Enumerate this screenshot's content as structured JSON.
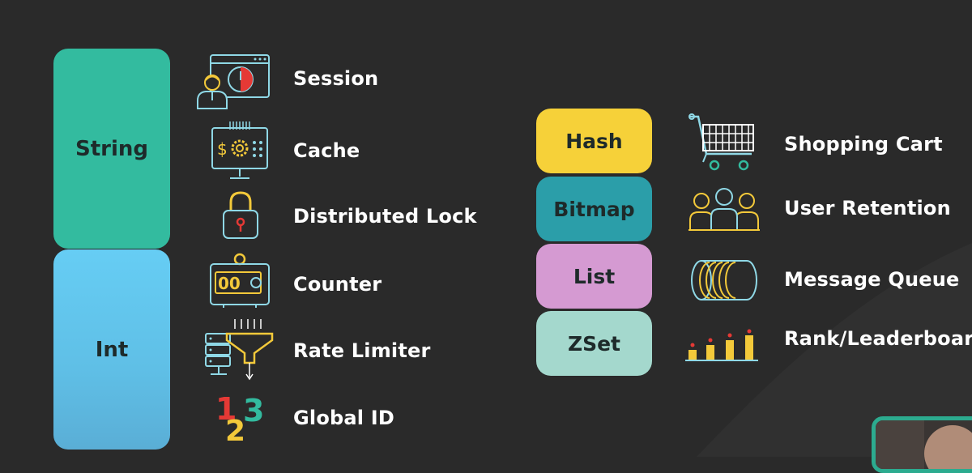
{
  "types": {
    "string": "String",
    "int": "Int",
    "hash": "Hash",
    "bitmap": "Bitmap",
    "list": "List",
    "zset": "ZSet"
  },
  "use_cases": {
    "session": "Session",
    "cache": "Cache",
    "distributed_lock": "Distributed Lock",
    "counter": "Counter",
    "rate_limiter": "Rate Limiter",
    "global_id": "Global ID",
    "shopping_cart": "Shopping Cart",
    "user_retention": "User Retention",
    "message_queue": "Message Queue",
    "leaderboard": "Rank/Leaderboard"
  },
  "icons": {
    "session": "session-user-clock-icon",
    "cache": "server-gear-icon",
    "lock": "padlock-icon",
    "counter": "counter-display-icon",
    "rate_limiter": "server-funnel-icon",
    "global_id": "numbers-123-icon",
    "cart": "shopping-cart-icon",
    "users": "user-group-icon",
    "queue": "cylinder-queue-icon",
    "rank": "bar-ranking-icon"
  },
  "colors": {
    "background": "#2a2a2a",
    "string": "#33bb9f",
    "int": "#66cdf4",
    "hash": "#f6d139",
    "bitmap": "#2b9ea9",
    "list": "#d59ad2",
    "zset": "#a4d8cd",
    "icon_line": "#8fd8e6",
    "icon_accent": "#f3c93a",
    "icon_red": "#e53935"
  }
}
